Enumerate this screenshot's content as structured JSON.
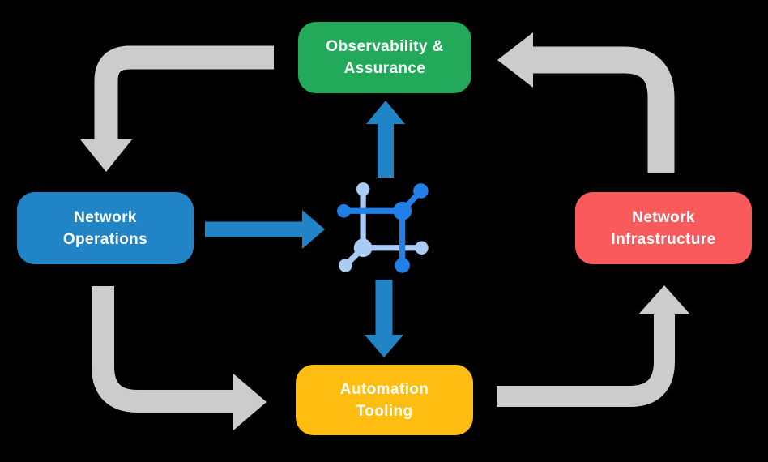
{
  "diagram": {
    "title": "network operations lifecycle diagram",
    "background_color": "#000000",
    "text_color": "#FFFFFF",
    "nodes": {
      "observability": {
        "line1": "Observability &",
        "line2": "Assurance",
        "color": "#23A95A"
      },
      "operations": {
        "line1": "Network",
        "line2": "Operations",
        "color": "#2184C6"
      },
      "infrastructure": {
        "line1": "Network",
        "line2": "Infrastructure",
        "color": "#FB5A5C"
      },
      "automation": {
        "line1": "Automation",
        "line2": "Tooling",
        "color": "#FFBD12"
      }
    },
    "center_icon": {
      "name": "network-mesh-icon",
      "color_primary": "#2080E8",
      "color_secondary": "#A9CBF4"
    },
    "flows": [
      {
        "from": "Observability & Assurance",
        "to": "Network Operations",
        "color": "#CCCCCC",
        "shape": "elbow-down"
      },
      {
        "from": "Network Infrastructure",
        "to": "Observability & Assurance",
        "color": "#CCCCCC",
        "shape": "elbow-left"
      },
      {
        "from": "Network Operations",
        "to": "Automation Tooling",
        "color": "#CCCCCC",
        "shape": "elbow-right"
      },
      {
        "from": "Automation Tooling",
        "to": "Network Infrastructure",
        "color": "#CCCCCC",
        "shape": "elbow-up"
      },
      {
        "from": "Network Operations",
        "to": "center-icon",
        "color": "#2184C6",
        "shape": "straight-right"
      },
      {
        "from": "center-icon",
        "to": "Observability & Assurance",
        "color": "#2184C6",
        "shape": "straight-up"
      },
      {
        "from": "center-icon",
        "to": "Automation Tooling",
        "color": "#2184C6",
        "shape": "straight-down"
      }
    ]
  }
}
